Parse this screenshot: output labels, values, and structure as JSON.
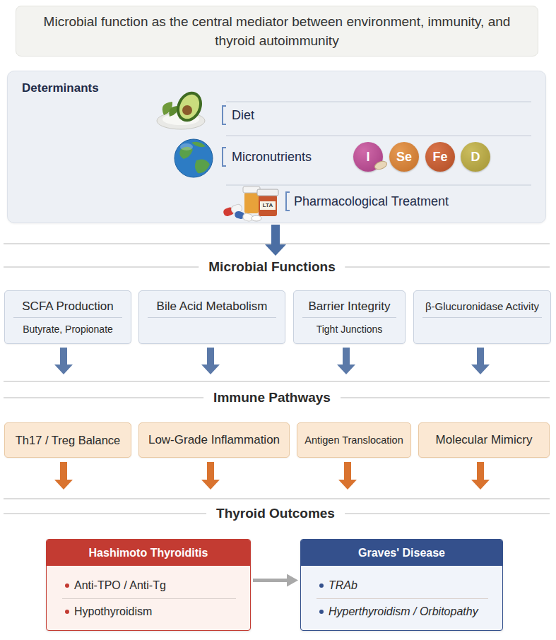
{
  "diagram": {
    "title": "Microbial function as the central mediator between environment, immunity, and thyroid autoimmunity",
    "nodes": [
      {
        "text": [
          "Determinants"
        ]
      },
      {
        "text": [
          "I"
        ],
        "in": 0
      },
      {
        "text": [
          "Se"
        ],
        "in": 0
      },
      {
        "text": [
          "Fe"
        ],
        "in": 0
      },
      {
        "text": [
          "D"
        ],
        "in": 0
      },
      {
        "text": [
          "SCFA Production",
          "Butyrate, Propionate"
        ]
      },
      {
        "text": [
          "Bile Acid Metabolism"
        ]
      },
      {
        "text": [
          "Barrier Integrity",
          "Tight Junctions"
        ]
      },
      {
        "text": [
          "β-Glucuronidase Activity"
        ]
      },
      {
        "text": [
          "Th17 / Treg Balance"
        ]
      },
      {
        "text": [
          "Low-Grade Inflammation"
        ]
      },
      {
        "text": [
          "Antigen Translocation"
        ]
      },
      {
        "text": [
          "Molecular Mimicry"
        ]
      },
      {
        "text": [
          "Hashimoto Thyroiditis",
          "Anti-TPO / Anti-Tg",
          "Hypothyroidism"
        ]
      },
      {
        "text": [
          "Graves' Disease",
          "TRAb",
          "Hyperthyroidism / Orbitopathy"
        ]
      }
    ],
    "edges": [
      {
        "from": 13,
        "to": 14,
        "arrow": "to"
      }
    ],
    "labels": [
      "Diet",
      "Micronutrients",
      "Pharmacological Treatment",
      "LTA",
      "Microbial Functions",
      "Immune Pathways",
      "Thyroid Outcomes"
    ]
  }
}
